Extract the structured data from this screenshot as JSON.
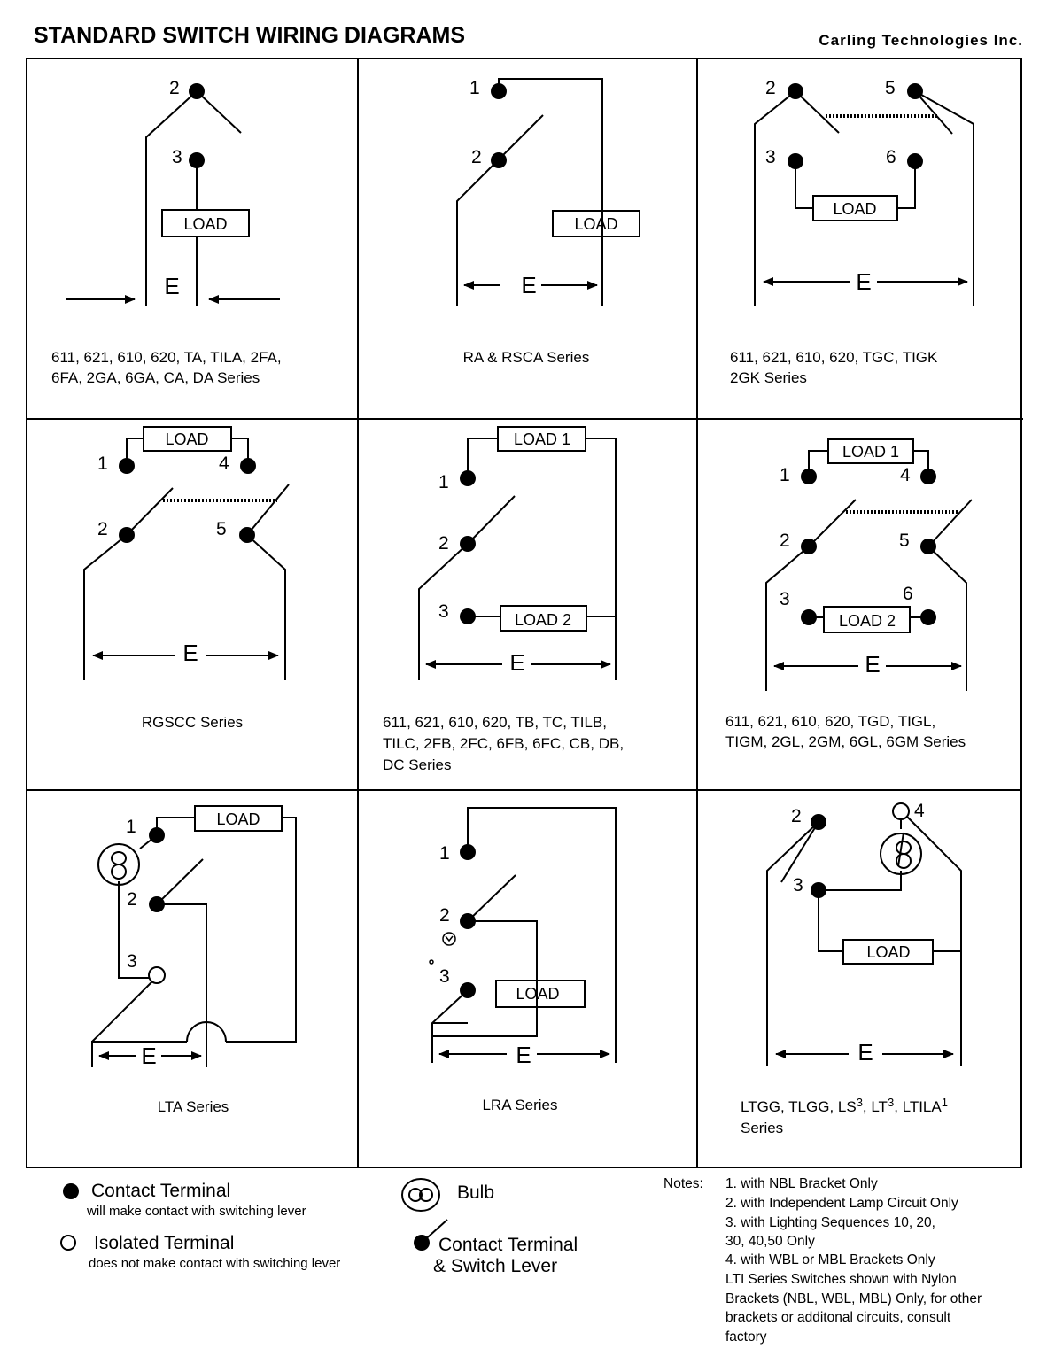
{
  "header": {
    "title": "STANDARD SWITCH WIRING DIAGRAMS",
    "company": "Carling  Technologies  Inc."
  },
  "common": {
    "load": "LOAD",
    "load1": "LOAD 1",
    "load2": "LOAD 2",
    "e": "E"
  },
  "cells": [
    {
      "caption": [
        "611, 621, 610, 620, TA, TILA, 2FA,",
        "6FA, 2GA, 6GA, CA, DA Series"
      ],
      "terminals": [
        "2",
        "3"
      ]
    },
    {
      "caption": [
        "RA & RSCA Series"
      ],
      "terminals": [
        "1",
        "2"
      ]
    },
    {
      "caption": [
        "611, 621, 610, 620, TGC, TIGK",
        "2GK Series"
      ],
      "terminals": [
        "2",
        "5",
        "3",
        "6"
      ]
    },
    {
      "caption": [
        "RGSCC Series"
      ],
      "terminals": [
        "1",
        "4",
        "2",
        "5"
      ]
    },
    {
      "caption": [
        "611, 621, 610, 620, TB, TC, TILB,",
        "TILC, 2FB, 2FC, 6FB, 6FC, CB, DB,",
        "DC Series"
      ],
      "terminals": [
        "1",
        "2",
        "3"
      ]
    },
    {
      "caption": [
        "611, 621, 610, 620, TGD, TIGL,",
        "TIGM, 2GL, 2GM, 6GL, 6GM Series"
      ],
      "terminals": [
        "1",
        "4",
        "2",
        "5",
        "3",
        "6"
      ]
    },
    {
      "caption": [
        "LTA Series"
      ],
      "terminals": [
        "1",
        "2",
        "3"
      ]
    },
    {
      "caption": [
        "LRA Series"
      ],
      "terminals": [
        "1",
        "2",
        "3"
      ]
    },
    {
      "caption_parts": [
        "LTGG, TLGG, LS",
        "3",
        ", LT",
        "3",
        ", LTILA",
        "1"
      ],
      "caption_line2": "Series",
      "terminals": [
        "2",
        "3",
        "4"
      ]
    }
  ],
  "legend": {
    "contact_title": "Contact Terminal",
    "contact_desc": "will make contact with switching lever",
    "isolated_title": "Isolated Terminal",
    "isolated_desc": "does not make contact with switching lever",
    "bulb": "Bulb",
    "lever_line1": "Contact Terminal",
    "lever_line2": "& Switch Lever"
  },
  "notes": {
    "label": "Notes:",
    "items": [
      "1. with NBL Bracket Only",
      "2. with Independent Lamp Circuit Only",
      "3. with Lighting Sequences 10, 20,",
      "30, 40,50 Only",
      "4. with WBL or MBL Brackets Only",
      "LTI Series Switches shown with Nylon",
      "Brackets (NBL, WBL, MBL) Only, for other",
      "brackets or additonal circuits, consult",
      "factory"
    ]
  }
}
